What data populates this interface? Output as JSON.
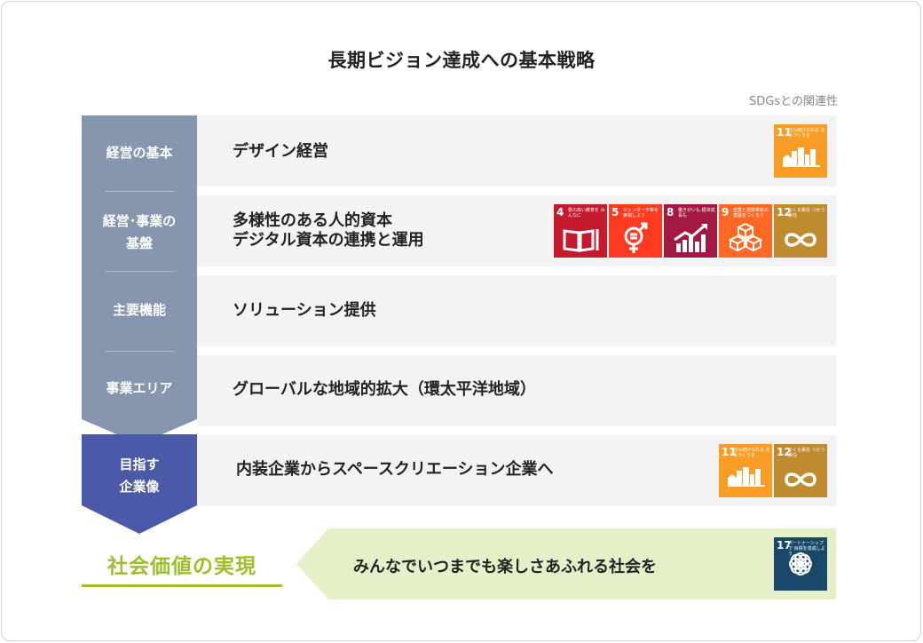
{
  "title": "長期ビジョン達成への基本戦略",
  "sdgs_caption": "SDGsとの関連性",
  "colors": {
    "left_column": "#8596ae",
    "goal_box": "#4a5aa8",
    "row_bg": "#f3f3f3",
    "value_green": "#9cbf2b",
    "value_banner": "#e6f0c8"
  },
  "categories": [
    {
      "label": "経営の基本"
    },
    {
      "label_line1": "経営･事業の",
      "label_line2": "基盤"
    },
    {
      "label": "主要機能"
    },
    {
      "label": "事業エリア"
    }
  ],
  "goal": {
    "line1": "目指す",
    "line2": "企業像"
  },
  "rows": [
    {
      "text": "デザイン経営"
    },
    {
      "line1": "多様性のある人的資本",
      "line2": "デジタル資本の連携と運用"
    },
    {
      "text": "ソリューション提供"
    },
    {
      "text": "グローバルな地域的拡大（環太平洋地域）"
    },
    {
      "text": "内装企業からスペースクリエーション企業へ"
    }
  ],
  "sdg_icons": {
    "sdg11": {
      "number": "11",
      "caption": "住み続けられる まちづくりを",
      "color": "#f99d26",
      "icon": "city-icon"
    },
    "sdg4": {
      "number": "4",
      "caption": "質の高い教育を みんなに",
      "color": "#c5192d",
      "icon": "book-icon"
    },
    "sdg5": {
      "number": "5",
      "caption": "ジェンダー平等を 実現しよう",
      "color": "#ff3a21",
      "icon": "gender-icon"
    },
    "sdg8": {
      "number": "8",
      "caption": "働きがいも 経済成長も",
      "color": "#a21942",
      "icon": "growth-chart-icon"
    },
    "sdg9": {
      "number": "9",
      "caption": "産業と技術革新の 基盤をつくろう",
      "color": "#fd6925",
      "icon": "cubes-icon"
    },
    "sdg12": {
      "number": "12",
      "caption": "つくる責任 つかう責任",
      "color": "#bf8b2e",
      "icon": "infinity-icon"
    },
    "sdg17": {
      "number": "17",
      "caption": "パートナーシップで 目標を達成しよう",
      "color": "#19486a",
      "icon": "flower-icon"
    }
  },
  "social_value": {
    "title": "社会価値の実現",
    "text": "みんなでいつまでも楽しさあふれる社会を"
  }
}
